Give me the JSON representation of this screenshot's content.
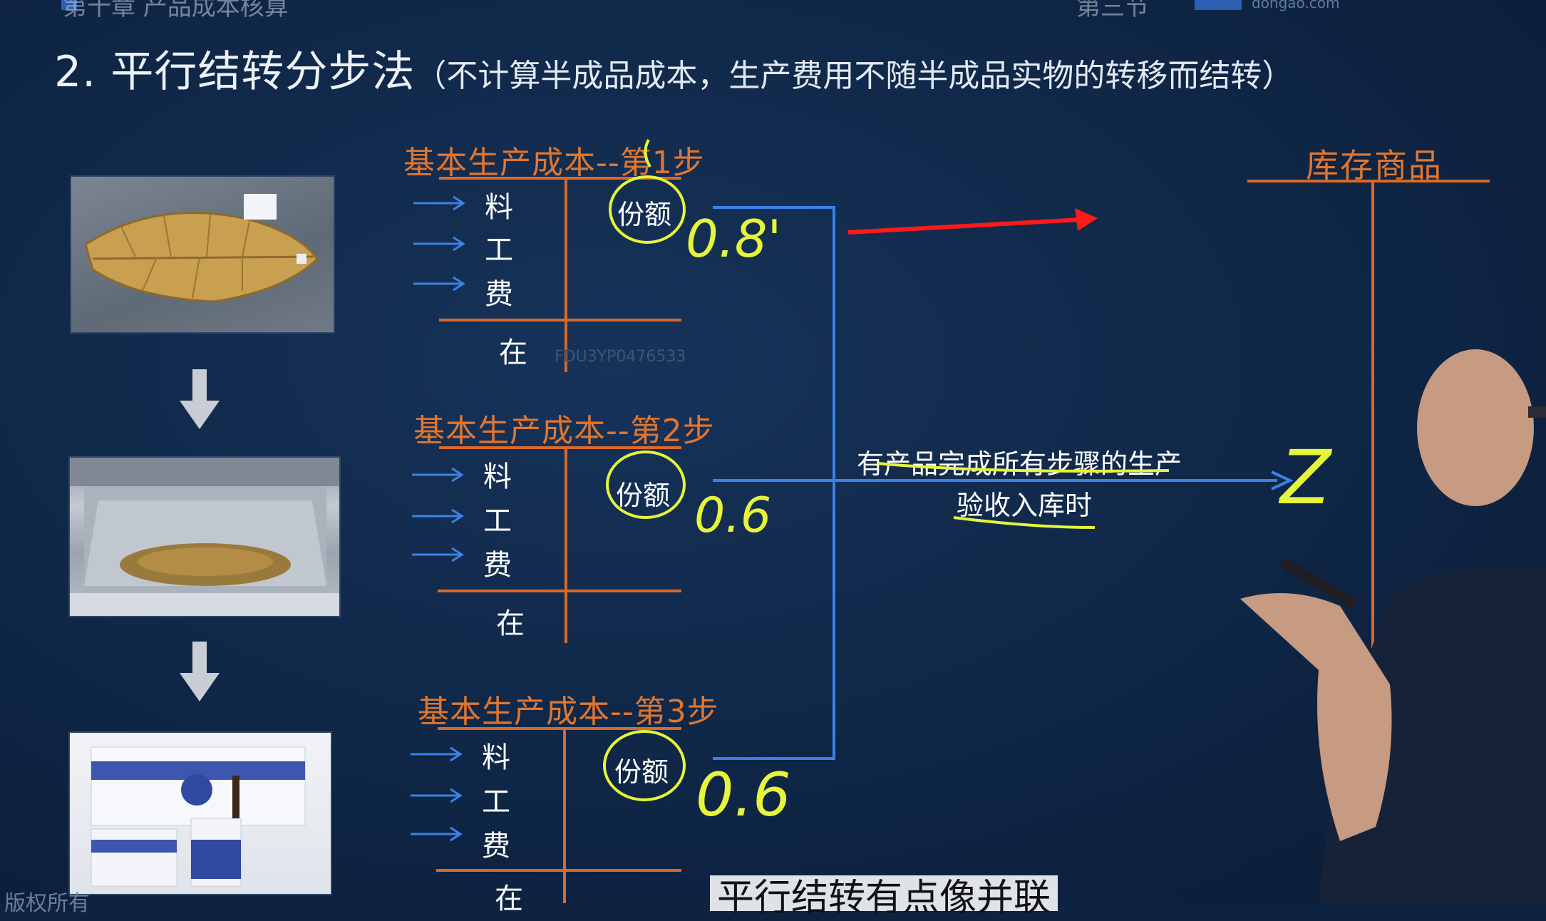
{
  "header": {
    "chapter": "第十章 产品成本核算",
    "section": "第三节",
    "logo_text": "dongao.com"
  },
  "title": {
    "main": "2. 平行结转分步法",
    "subtitle": "（不计算半成品成本，生产费用不随半成品实物的转移而结转）"
  },
  "steps": [
    {
      "title": "基本生产成本--第1步",
      "items": [
        "料",
        "工",
        "费"
      ],
      "bottom": "在",
      "share_label": "份额",
      "handwritten": "0.8'"
    },
    {
      "title": "基本生产成本--第2步",
      "items": [
        "料",
        "工",
        "费"
      ],
      "bottom": "在",
      "share_label": "份额",
      "handwritten": "0.6"
    },
    {
      "title": "基本生产成本--第3步",
      "items": [
        "料",
        "工",
        "费"
      ],
      "bottom": "在",
      "share_label": "份额",
      "handwritten": "0.6"
    }
  ],
  "note": {
    "line1": "有产品完成所有步骤的生产",
    "line2": "验收入库时"
  },
  "inventory": {
    "title": "库存商品",
    "handwritten": "Z"
  },
  "caption": "平行结转有点像并联",
  "copyright": "版权所有",
  "watermark": "FDU3YP0476533",
  "colors": {
    "background": "#0f2646",
    "account_orange": "#d9692a",
    "flow_blue": "#3a82e6",
    "annotation_yellow": "#e6f53a",
    "laser_red": "#ff1a1a"
  }
}
